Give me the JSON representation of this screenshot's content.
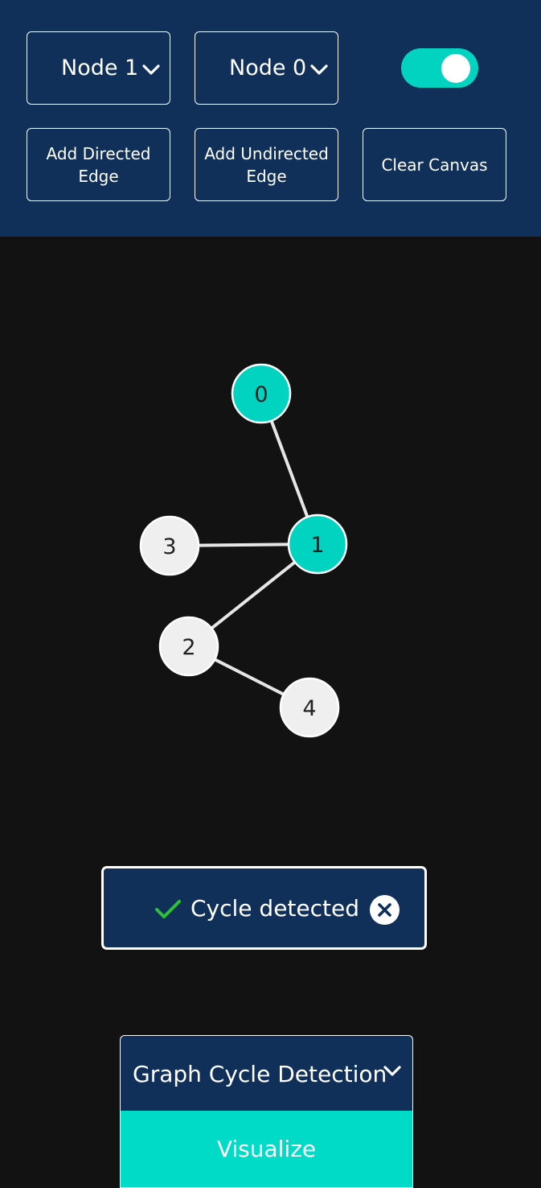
{
  "controls": {
    "source_select": {
      "value": "Node 1"
    },
    "target_select": {
      "value": "Node 0"
    },
    "toggle": {
      "on": true
    },
    "add_directed_label": "Add Directed Edge",
    "add_undirected_label": "Add Undirected Edge",
    "clear_label": "Clear Canvas"
  },
  "graph": {
    "nodes": [
      {
        "id": "0",
        "label": "0",
        "highlighted": true
      },
      {
        "id": "1",
        "label": "1",
        "highlighted": true
      },
      {
        "id": "2",
        "label": "2",
        "highlighted": false
      },
      {
        "id": "3",
        "label": "3",
        "highlighted": false
      },
      {
        "id": "4",
        "label": "4",
        "highlighted": false
      }
    ],
    "edges": [
      {
        "from": "0",
        "to": "1"
      },
      {
        "from": "1",
        "to": "3"
      },
      {
        "from": "1",
        "to": "2"
      },
      {
        "from": "2",
        "to": "4"
      }
    ],
    "colors": {
      "highlight": "#00d4c0",
      "default": "#efefef",
      "edge": "#e6e6e6"
    }
  },
  "toast": {
    "message": "Cycle detected"
  },
  "algorithm": {
    "selected": "Graph Cycle Detection",
    "visualize_label": "Visualize"
  },
  "colors": {
    "header_bg": "#10305a",
    "canvas_bg": "#121212",
    "accent": "#00d4c0"
  }
}
